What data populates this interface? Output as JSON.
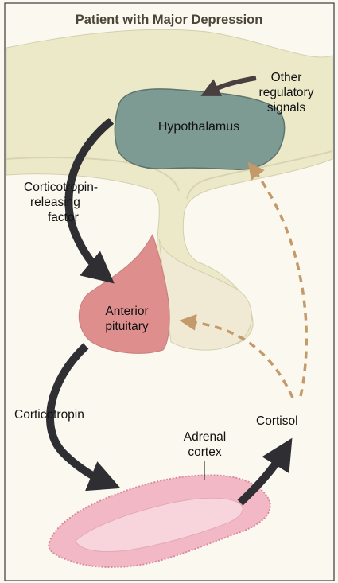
{
  "title": "Patient with Major Depression",
  "labels": {
    "other_signals": [
      "Other",
      "regulatory",
      "signals"
    ],
    "hypothalamus": "Hypothalamus",
    "crf": [
      "Corticotropin-",
      "releasing",
      "factor"
    ],
    "anterior_pituitary": [
      "Anterior",
      "pituitary"
    ],
    "corticotropin": "Corticotropin",
    "cortisol": "Cortisol",
    "adrenal_cortex": [
      "Adrenal",
      "cortex"
    ]
  },
  "colors": {
    "background": "#fbf8ef",
    "brain_tissue": "#ece9c9",
    "hypothalamus": "#7d9a93",
    "pituitary_anterior": "#de8f8d",
    "pituitary_posterior": "#f0ead5",
    "adrenal": "#f3b8c6",
    "solid_arrow": "#2f2f33",
    "dashed_arrow": "#c49a6a",
    "other_signals_arrow": "#4a3f3f"
  }
}
